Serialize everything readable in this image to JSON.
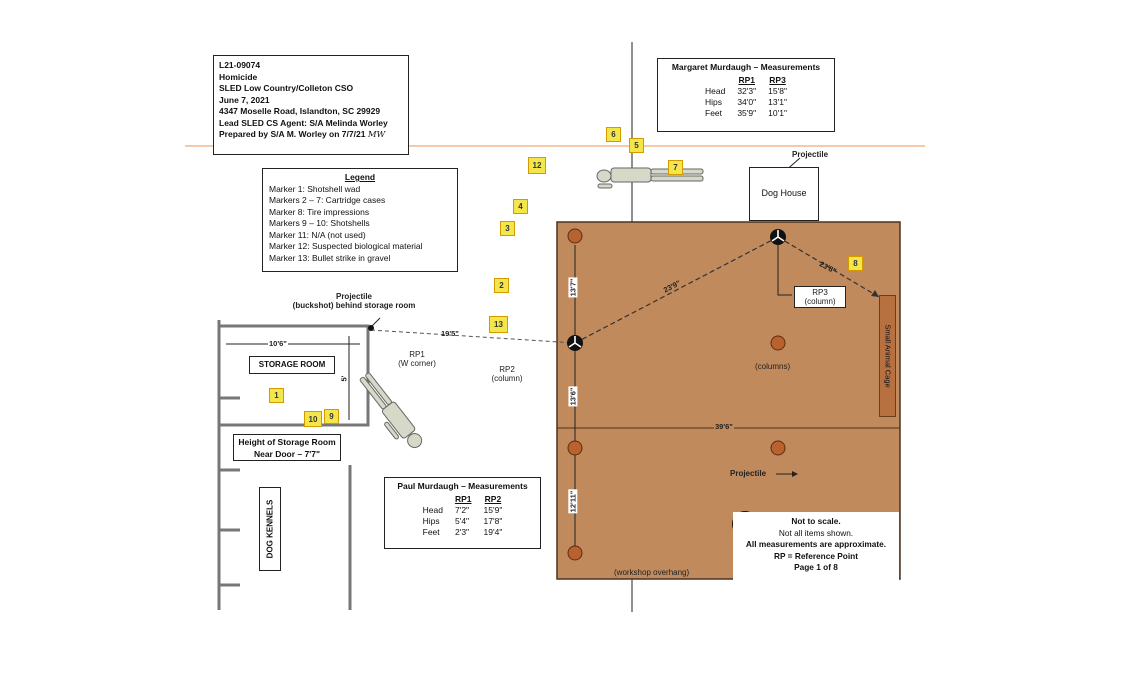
{
  "case_info": {
    "lines": [
      "L21-09074",
      "Homicide",
      "SLED Low Country/Colleton CSO",
      "June 7, 2021",
      "4347 Moselle Road, Islandton, SC 29929",
      "Lead SLED CS Agent: S/A Melinda Worley",
      "Prepared by S/A M. Worley on 7/7/21"
    ],
    "initials": "MW"
  },
  "legend": {
    "title": "Legend",
    "items": [
      "Marker 1:  Shotshell wad",
      "Markers 2 – 7:  Cartridge cases",
      "Marker 8:  Tire impressions",
      "Markers 9 – 10:  Shotshells",
      "Marker 11:  N/A (not used)",
      "Marker 12:  Suspected biological material",
      "Marker 13:  Bullet strike in gravel"
    ]
  },
  "margaret_measurements": {
    "title": "Margaret Murdaugh – Measurements",
    "columns": [
      "RP1",
      "RP3"
    ],
    "rows": [
      {
        "label": "Head",
        "rp1": "32'3\"",
        "rp2": "15'8\""
      },
      {
        "label": "Hips",
        "rp1": "34'0\"",
        "rp2": "13'1\""
      },
      {
        "label": "Feet",
        "rp1": "35'9\"",
        "rp2": "10'1\""
      }
    ]
  },
  "paul_measurements": {
    "title": "Paul Murdaugh – Measurements",
    "columns": [
      "RP1",
      "RP2"
    ],
    "rows": [
      {
        "label": "Head",
        "rp1": "7'2\"",
        "rp2": "15'9\""
      },
      {
        "label": "Hips",
        "rp1": "5'4\"",
        "rp2": "17'8\""
      },
      {
        "label": "Feet",
        "rp1": "2'3\"",
        "rp2": "19'4\""
      }
    ]
  },
  "notes": {
    "lines": [
      "Not to scale.",
      "Not all items shown.",
      "All measurements are approximate.",
      "RP = Reference Point",
      "Page 1 of 8"
    ]
  },
  "labels": {
    "dog_house": "Dog House",
    "storage_room": "STORAGE ROOM",
    "storage_height": [
      "Height of Storage Room",
      "Near Door – 7'7\""
    ],
    "dog_kennels": "DOG KENNELS",
    "small_animal_cage": "Small Animal Cage",
    "projectile_top": "Projectile",
    "projectile_left": [
      "Projectile",
      "(buckshot) behind storage room"
    ],
    "projectile_bottom": "Projectile",
    "rp1": [
      "RP1",
      "(W corner)"
    ],
    "rp2": [
      "RP2",
      "(column)"
    ],
    "rp3": [
      "RP3",
      "(column)"
    ],
    "columns": "(columns)",
    "workshop_overhang": "(workshop overhang)"
  },
  "dimensions": {
    "storage_width": "10'6\"",
    "storage_depth": "5'",
    "rp1_to_rp2": "19'5\"",
    "rp2_to_rp3": "23'9\"",
    "rp3_to_cage": "23'8\"",
    "col_spacing_top": "13'7\"",
    "col_spacing_mid": "13'6\"",
    "col_spacing_bottom": "12'11\"",
    "shed_width": "39'6\""
  },
  "markers": [
    {
      "id": "1"
    },
    {
      "id": "2"
    },
    {
      "id": "3"
    },
    {
      "id": "4"
    },
    {
      "id": "5"
    },
    {
      "id": "6"
    },
    {
      "id": "7"
    },
    {
      "id": "8"
    },
    {
      "id": "9"
    },
    {
      "id": "10"
    },
    {
      "id": "12"
    },
    {
      "id": "13"
    }
  ],
  "colors": {
    "shed_floor": "#c08a5c",
    "marker_fill": "#f4e64a",
    "column_fill": "#b8622f",
    "cage_fill": "#b7703f"
  }
}
